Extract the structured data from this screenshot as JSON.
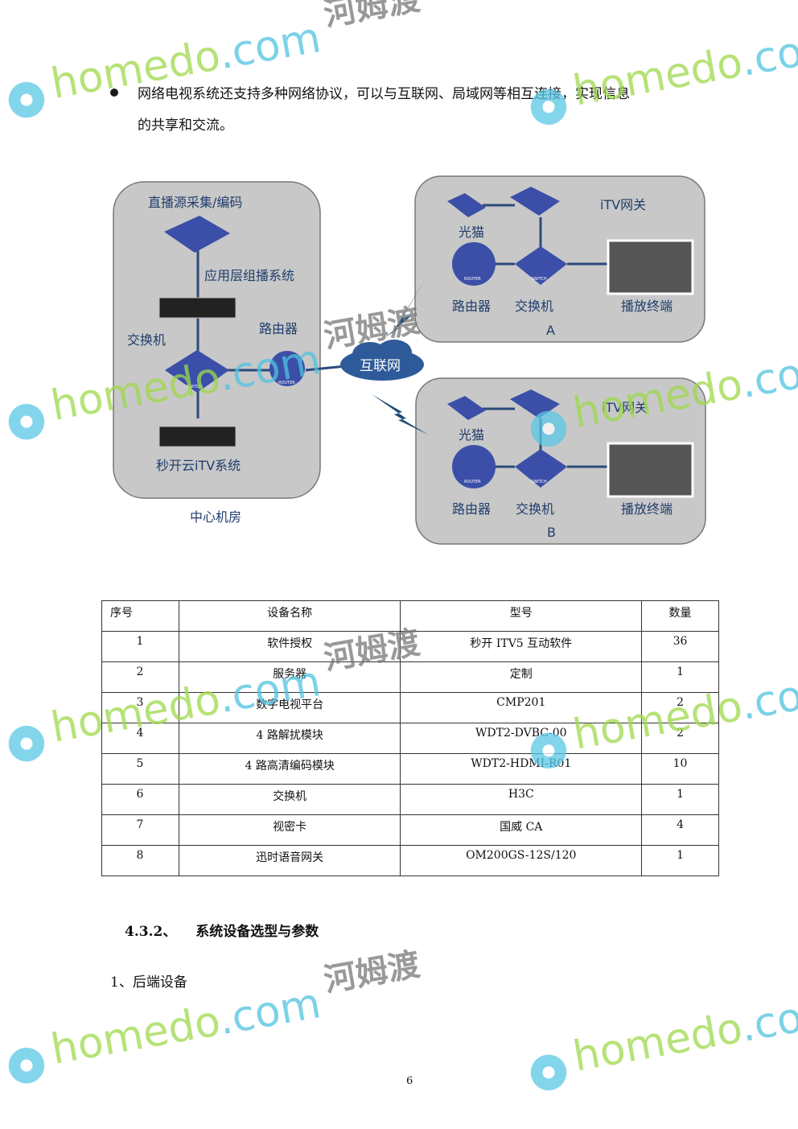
{
  "intro": {
    "bullet_text_line1": "网络电视系统还支持多种网络协议，可以与互联网、局域网等相互连接，实现信息",
    "bullet_text_line2": "的共享和交流。"
  },
  "diagram": {
    "center": {
      "source": "直播源采集/编码",
      "multicast": "应用层组播系统",
      "switch": "交换机",
      "router": "路由器",
      "itv": "秒开云iTV系统",
      "caption": "中心机房"
    },
    "internet": "互联网",
    "site_a": {
      "modem": "光猫",
      "gateway": "iTV网关",
      "router": "路由器",
      "switch": "交换机",
      "terminal": "播放终端",
      "label": "A"
    },
    "site_b": {
      "modem": "光猫",
      "gateway": "iTV网关",
      "router": "路由器",
      "switch": "交换机",
      "terminal": "播放终端",
      "label": "B"
    },
    "device_tags": {
      "router": "ROUTER",
      "switch": "SWITCH"
    }
  },
  "table": {
    "headers": [
      "序号",
      "设备名称",
      "型号",
      "数量"
    ],
    "rows": [
      [
        "1",
        "软件授权",
        "秒开 ITV5 互动软件",
        "36"
      ],
      [
        "2",
        "服务器",
        "定制",
        "1"
      ],
      [
        "3",
        "数字电视平台",
        "CMP201",
        "2"
      ],
      [
        "4",
        "4 路解扰模块",
        "WDT2-DVBC-00",
        "2"
      ],
      [
        "5",
        "4 路高清编码模块",
        "WDT2-HDMI-R01",
        "10"
      ],
      [
        "6",
        "交换机",
        "H3C",
        "1"
      ],
      [
        "7",
        "视密卡",
        "国威 CA",
        "4"
      ],
      [
        "8",
        "迅时语音网关",
        "OM200GS-12S/120",
        "1"
      ]
    ]
  },
  "section": {
    "number": "4.3.2、",
    "title": "系统设备选型与参数"
  },
  "subsection": "1、后端设备",
  "page_number": "6",
  "watermark": {
    "brand": "homedo",
    "domain": ".com",
    "chinese": "河姆渡"
  }
}
